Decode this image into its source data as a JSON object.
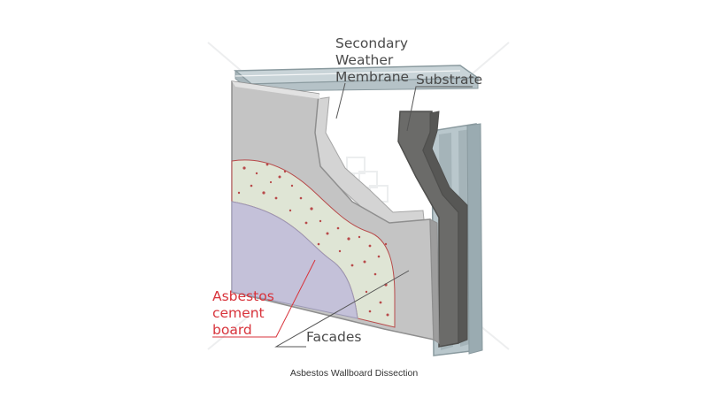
{
  "labels": {
    "secondary_weather_membrane": [
      "Secondary",
      "Weather",
      "Membrane"
    ],
    "substrate": "Substrate",
    "asbestos_cement_board": [
      "Asbestos",
      "cement",
      "board"
    ],
    "facades": "Facades"
  },
  "caption": "Asbestos Wallboard Dissection",
  "colors": {
    "frame": "#b9c7cc",
    "frame_edge": "#8a9a9f",
    "substrate": "#6b6b69",
    "facade": "#c4c4c4",
    "facade_edge": "#8f8f8f",
    "membrane": "#d4d4d4",
    "cement_core": "#dfe5d5",
    "cement_speckle": "#b84a4a",
    "inner_layer": "#c4c1d9",
    "label_text": "#4a4a4a",
    "asbestos_label": "#d8333b",
    "leader": "#555555"
  }
}
